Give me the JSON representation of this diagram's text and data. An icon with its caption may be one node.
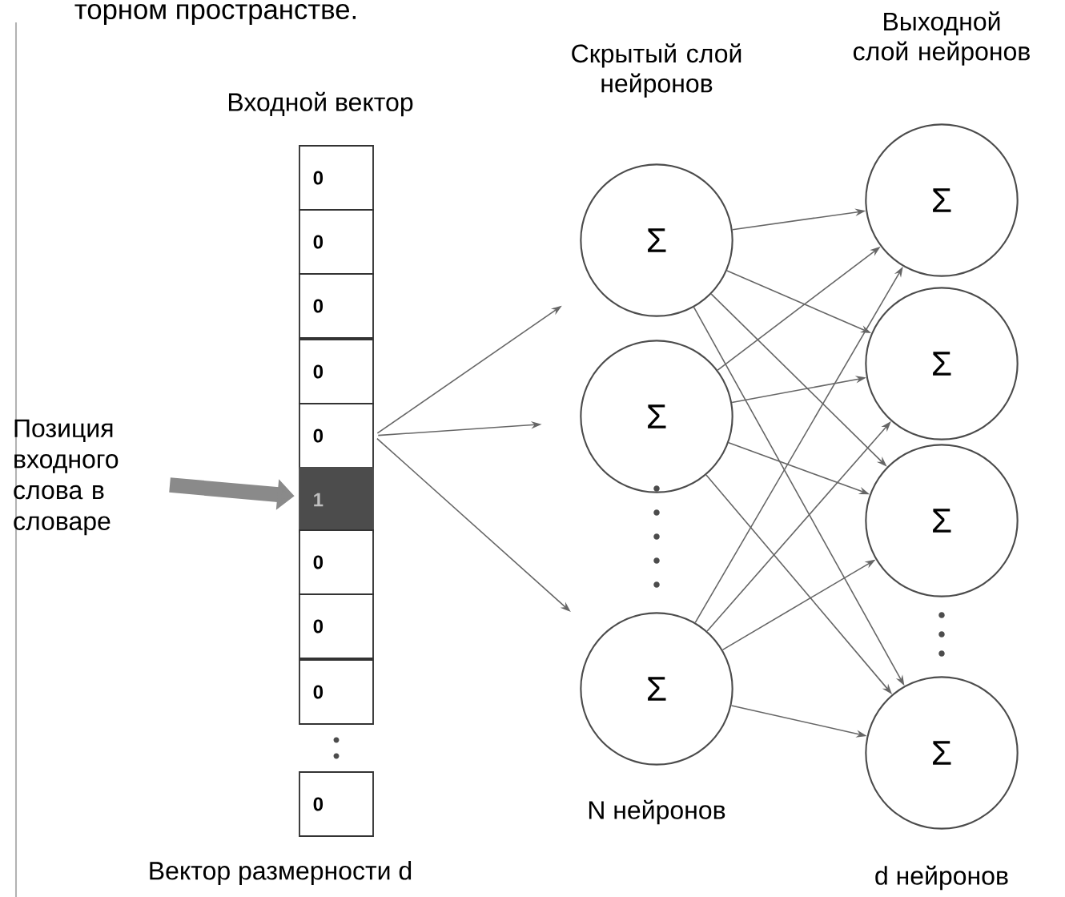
{
  "diagram": {
    "nodes": [
      {
        "text": [
          "0"
        ]
      },
      {
        "text": [
          "0"
        ]
      },
      {
        "text": [
          "0"
        ]
      },
      {
        "text": [
          "0"
        ]
      },
      {
        "text": [
          "0"
        ]
      },
      {
        "text": [
          "1"
        ]
      },
      {
        "text": [
          "0"
        ]
      },
      {
        "text": [
          "0"
        ]
      },
      {
        "text": [
          "0"
        ]
      },
      {
        "text": [
          "0"
        ]
      },
      {
        "text": [
          "Позиция входного слова в словаре"
        ]
      },
      {
        "text": [
          "Σ"
        ]
      },
      {
        "text": [
          "Σ"
        ]
      },
      {
        "text": [
          "Σ"
        ]
      },
      {
        "text": [
          "Σ"
        ]
      },
      {
        "text": [
          "Σ"
        ]
      },
      {
        "text": [
          "Σ"
        ]
      },
      {
        "text": [
          "Σ"
        ]
      }
    ],
    "edges": [
      {
        "from": 10,
        "to": 5,
        "arrow": "to",
        "style": "thick",
        "color": "#8a8a8a"
      },
      {
        "from": 4,
        "to": 11,
        "arrow": "to"
      },
      {
        "from": 4,
        "to": 12,
        "arrow": "to"
      },
      {
        "from": 4,
        "to": 13,
        "arrow": "to"
      },
      {
        "from": 11,
        "to": 14,
        "arrow": "to"
      },
      {
        "from": 11,
        "to": 15,
        "arrow": "to"
      },
      {
        "from": 11,
        "to": 16,
        "arrow": "to"
      },
      {
        "from": 11,
        "to": 17,
        "arrow": "to"
      },
      {
        "from": 12,
        "to": 14,
        "arrow": "to"
      },
      {
        "from": 12,
        "to": 15,
        "arrow": "to"
      },
      {
        "from": 12,
        "to": 16,
        "arrow": "to"
      },
      {
        "from": 12,
        "to": 17,
        "arrow": "to"
      },
      {
        "from": 13,
        "to": 14,
        "arrow": "to"
      },
      {
        "from": 13,
        "to": 15,
        "arrow": "to"
      },
      {
        "from": 13,
        "to": 16,
        "arrow": "to"
      },
      {
        "from": 13,
        "to": 17,
        "arrow": "to"
      }
    ],
    "labels": [
      "торном пространстве.",
      "Выходной слой нейронов",
      "Скрытый слой нейронов",
      "Входной вектор",
      "N нейронов",
      "Вектор размерности d",
      "d нейронов"
    ]
  }
}
